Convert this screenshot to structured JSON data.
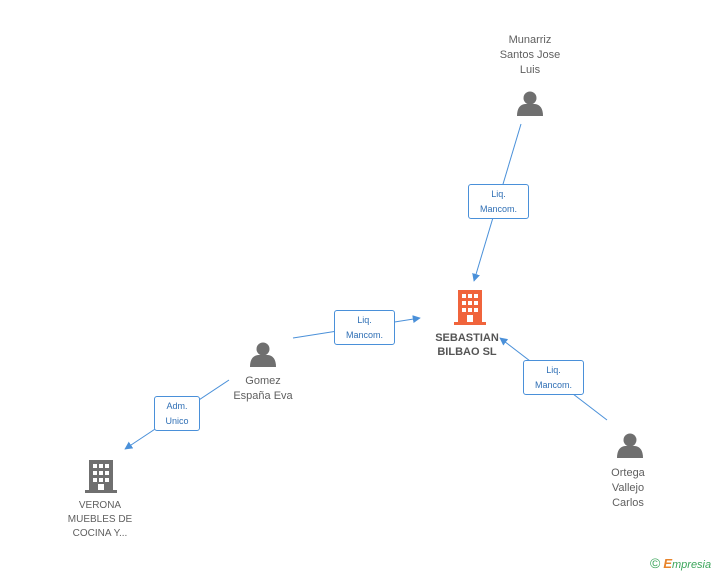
{
  "nodes": {
    "munarriz": {
      "lines": [
        "Munarriz",
        "Santos Jose",
        "Luis"
      ]
    },
    "gomez": {
      "lines": [
        "Gomez",
        "España Eva"
      ]
    },
    "ortega": {
      "lines": [
        "Ortega",
        "Vallejo",
        "Carlos"
      ]
    },
    "sebastian": {
      "lines": [
        "SEBASTIAN",
        "BILBAO SL"
      ]
    },
    "verona": {
      "lines": [
        "VERONA",
        "MUEBLES DE",
        "COCINA Y..."
      ]
    }
  },
  "edges": {
    "munarriz_sebastian": {
      "lines": [
        "Liq.",
        "Mancom."
      ]
    },
    "gomez_sebastian": {
      "lines": [
        "Liq.",
        "Mancom."
      ]
    },
    "ortega_sebastian": {
      "lines": [
        "Liq.",
        "Mancom."
      ]
    },
    "gomez_verona": {
      "lines": [
        "Adm.",
        "Unico"
      ]
    }
  },
  "colors": {
    "edge": "#4a90d9",
    "person_icon": "#6f6f6f",
    "main_company_icon": "#f0643c",
    "company_icon": "#6f6f6f"
  },
  "brand": {
    "copyright": "©",
    "initial": "E",
    "rest": "mpresia"
  }
}
